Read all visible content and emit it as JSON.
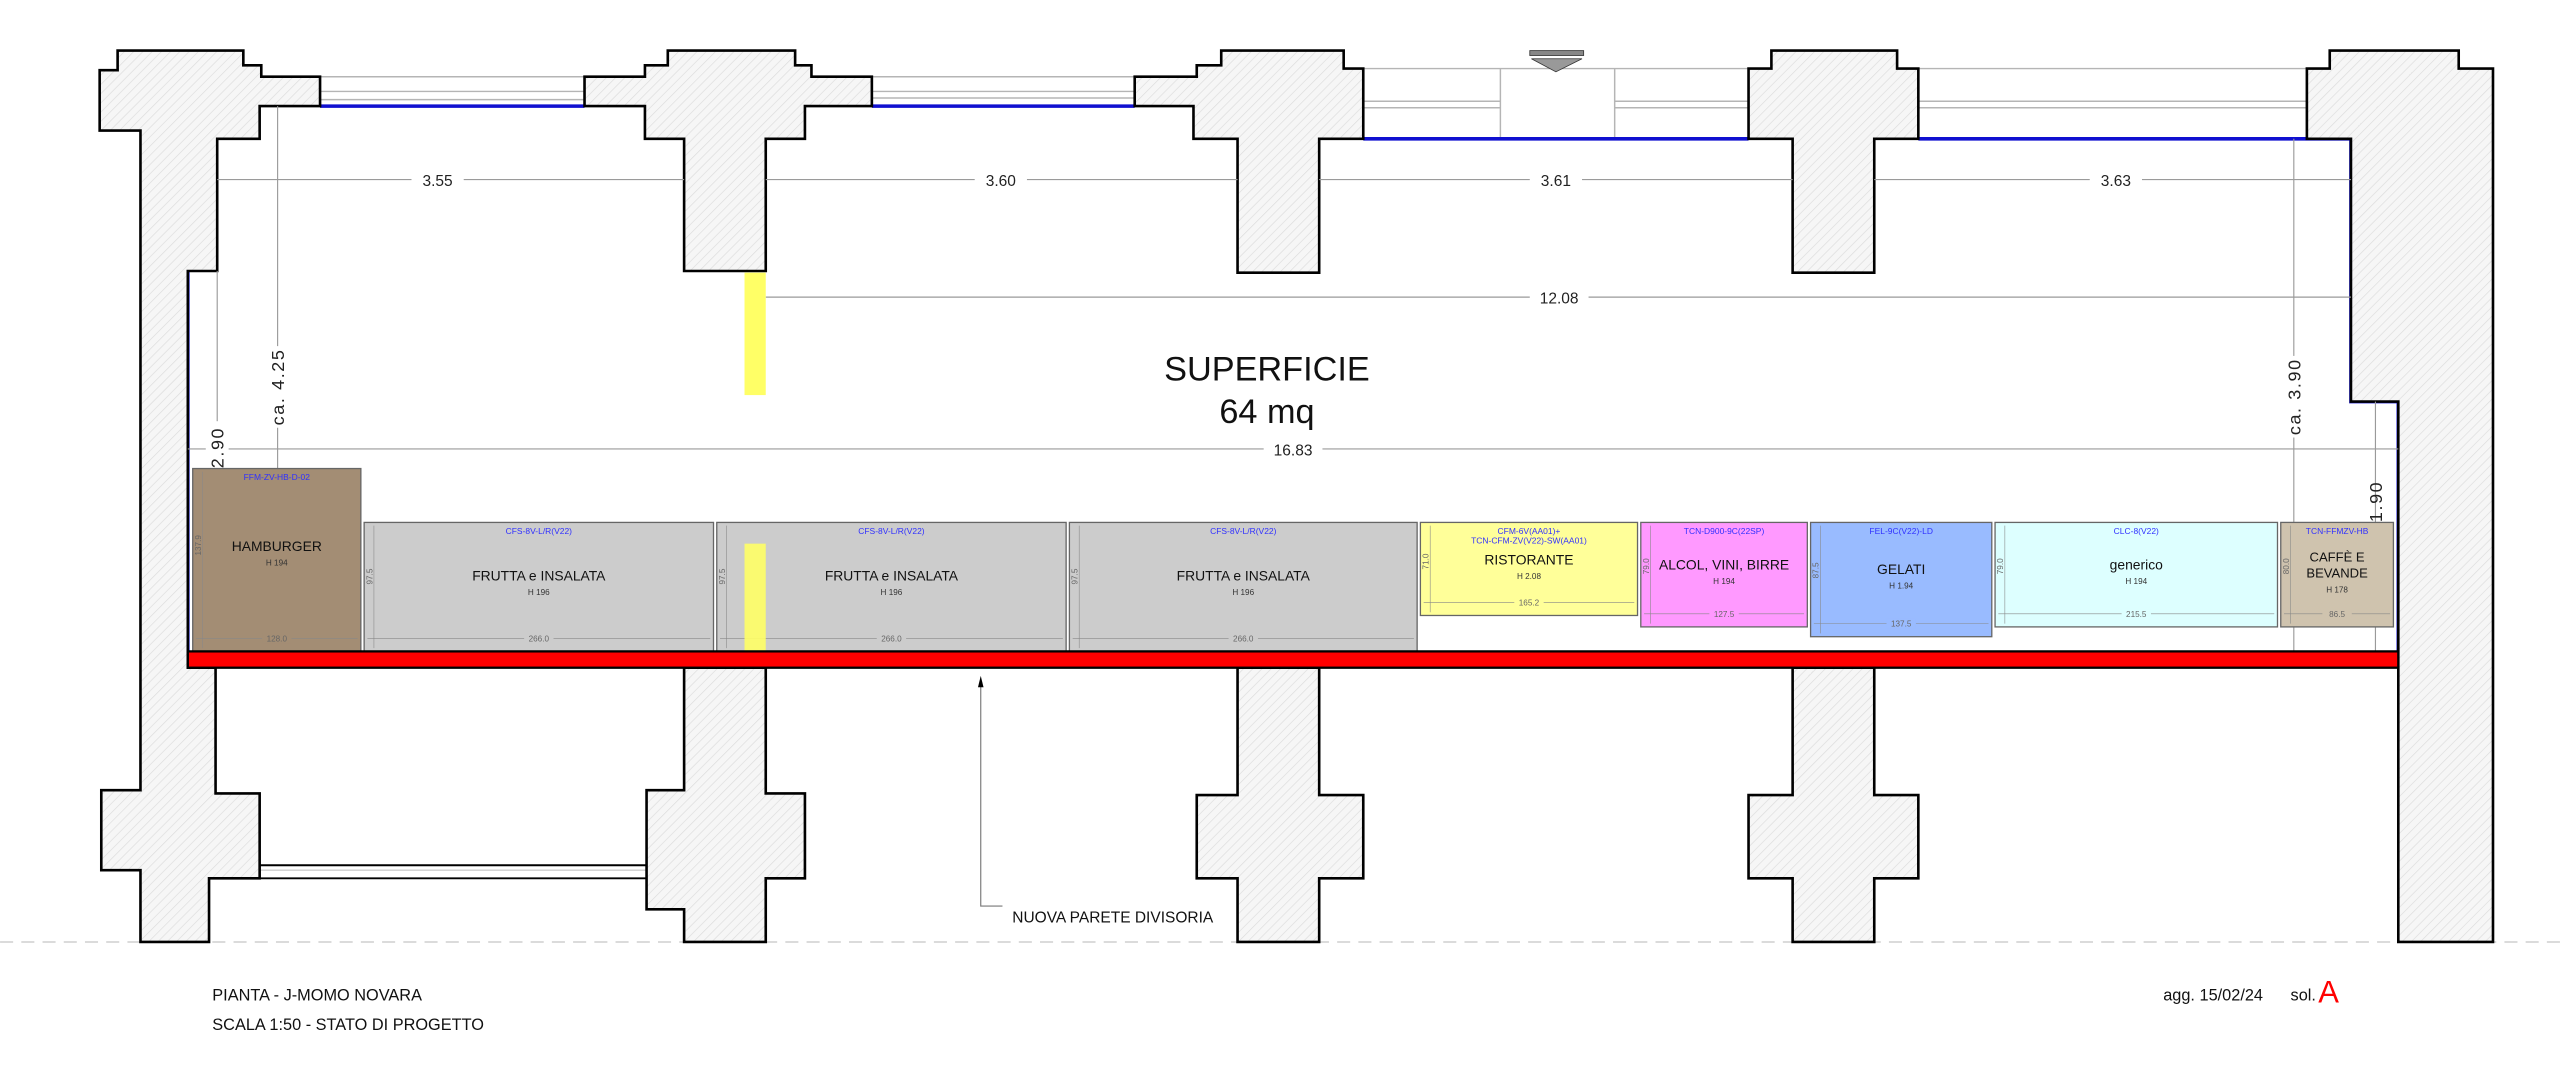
{
  "drawing": {
    "area_title": "SUPERFICIE",
    "area_value": "64 mq",
    "note_label": "NUOVA PARETE DIVISORIA",
    "colors": {
      "partition_wall": "#ff0000",
      "interior_outline": "#1010d0",
      "marker_yellow": "#ffff66"
    }
  },
  "dimensions": {
    "bay_1": "3.55",
    "bay_2": "3.60",
    "bay_3": "3.61",
    "bay_4": "3.63",
    "span_partial": "12.08",
    "span_total": "16.83",
    "height_left_outer": "ca. 4.25",
    "height_left_inner": "ca. 2.90",
    "height_right_outer": "ca. 3.90",
    "height_right_inner": "ca. 1.90"
  },
  "fixtures": [
    {
      "code_lines": [
        "FFM-ZV-HB-D-02"
      ],
      "name_lines": [
        "HAMBURGER"
      ],
      "height": "H 194",
      "width": "128.0",
      "depth": "137.9",
      "color": "#a38d74"
    },
    {
      "code_lines": [
        "CFS-8V-L/R(V22)"
      ],
      "name_lines": [
        "FRUTTA e INSALATA"
      ],
      "height": "H 196",
      "width": "266.0",
      "depth": "97.5",
      "color": "#cccccc"
    },
    {
      "code_lines": [
        "CFS-8V-L/R(V22)"
      ],
      "name_lines": [
        "FRUTTA e INSALATA"
      ],
      "height": "H 196",
      "width": "266.0",
      "depth": "97.5",
      "color": "#cccccc"
    },
    {
      "code_lines": [
        "CFS-8V-L/R(V22)"
      ],
      "name_lines": [
        "FRUTTA e INSALATA"
      ],
      "height": "H 196",
      "width": "266.0",
      "depth": "97.5",
      "color": "#cccccc"
    },
    {
      "code_lines": [
        "CFM-6V(AA01)+",
        "TCN-CFM-ZV(V22)-SW(AA01)"
      ],
      "name_lines": [
        "RISTORANTE"
      ],
      "height": "H 2.08",
      "width": "165.2",
      "depth": "71.0",
      "color": "#ffff99"
    },
    {
      "code_lines": [
        "TCN-D900-9C(22SP)"
      ],
      "name_lines": [
        "ALCOL, VINI, BIRRE"
      ],
      "height": "H 194",
      "width": "127.5",
      "depth": "79.0",
      "color": "#ff99ff"
    },
    {
      "code_lines": [
        "FEL-9C(V22)-LD"
      ],
      "name_lines": [
        "GELATI"
      ],
      "height": "H 1.94",
      "width": "137.5",
      "depth": "87.5",
      "color": "#99bbff"
    },
    {
      "code_lines": [
        "CLC-8(V22)"
      ],
      "name_lines": [
        "generico"
      ],
      "height": "H 194",
      "width": "215.5",
      "depth": "79.0",
      "color": "#ddffff"
    },
    {
      "code_lines": [
        "TCN-FFMZV-HB"
      ],
      "name_lines": [
        "CAFFÈ E",
        "BEVANDE"
      ],
      "height": "H 178",
      "width": "86.5",
      "depth": "80.0",
      "color": "#cfc3ae"
    }
  ],
  "title_block": {
    "line1": "PIANTA - J-MOMO NOVARA",
    "line2": "SCALA 1:50 - STATO DI PROGETTO",
    "date": "agg. 15/02/24",
    "solution_prefix": "sol.",
    "solution_letter": "A"
  }
}
